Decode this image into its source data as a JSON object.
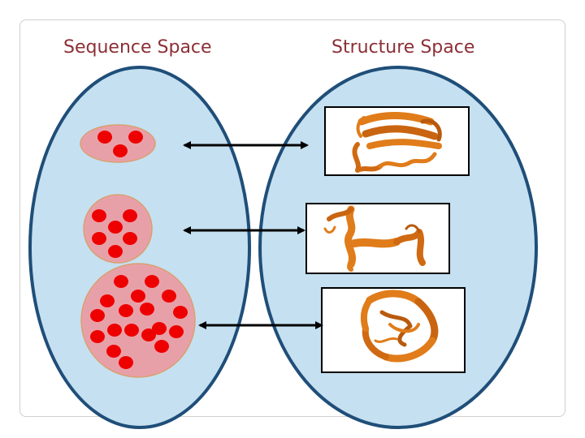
{
  "headings": {
    "sequence_space": "Sequence Space",
    "structure_space": "Structure Space"
  },
  "colors": {
    "space_fill": "#c5e0f0",
    "space_border": "#1f4e79",
    "cluster_fill": "#e8a0a8",
    "cluster_border": "#d9a070",
    "sequence_dot": "#ee0000",
    "protein_orange": "#e07c1a",
    "arrow": "#000000",
    "title_text": "#8b2f36"
  },
  "clusters": [
    {
      "name": "small-cluster",
      "dot_count": 3
    },
    {
      "name": "medium-cluster",
      "dot_count": 6
    },
    {
      "name": "large-cluster",
      "dot_count": 18
    }
  ],
  "structures": [
    {
      "name": "protein-structure-1",
      "depiction": "compact fold with beta sheet"
    },
    {
      "name": "protein-structure-2",
      "depiction": "elongated helical chain"
    },
    {
      "name": "protein-structure-3",
      "depiction": "globular alpha/beta barrel"
    }
  ]
}
